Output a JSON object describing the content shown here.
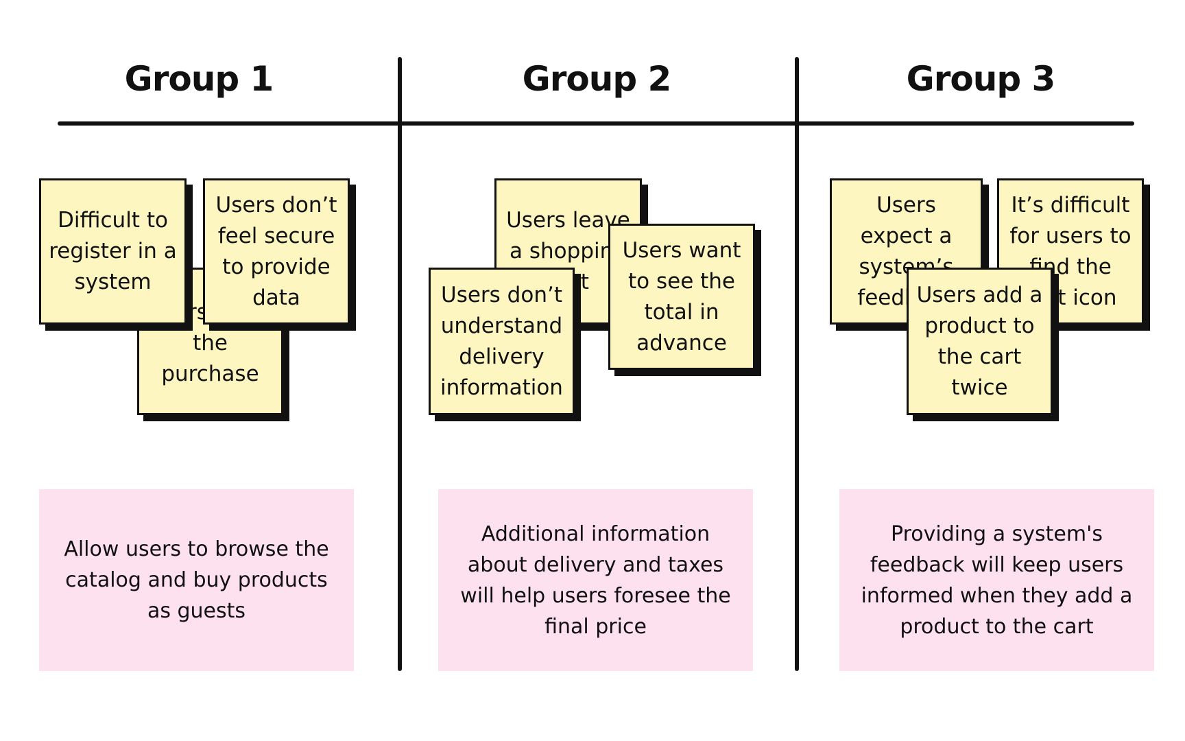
{
  "groups": [
    {
      "title": "Group 1",
      "stickies": [
        "Users leave the purchase",
        "Difficult to register in a system",
        "Users don’t feel secure to provide data"
      ],
      "insight": "Allow users to browse the catalog and buy products as guests"
    },
    {
      "title": "Group 2",
      "stickies": [
        "Users leave a shopping cart",
        "Users don’t understand delivery information",
        "Users want to see the total in advance"
      ],
      "insight": "Additional information about delivery and taxes will help users foresee the final price"
    },
    {
      "title": "Group 3",
      "stickies": [
        "Users expect a system’s feedback",
        "It’s difficult for users to find the cart icon",
        "Users add a product to the cart twice"
      ],
      "insight": "Providing a system's feedback will keep users informed when they add a product to the cart"
    }
  ],
  "colors": {
    "sticky_fill": "#fdf6c1",
    "insight_fill": "#fde1ef",
    "ink": "#111111"
  }
}
